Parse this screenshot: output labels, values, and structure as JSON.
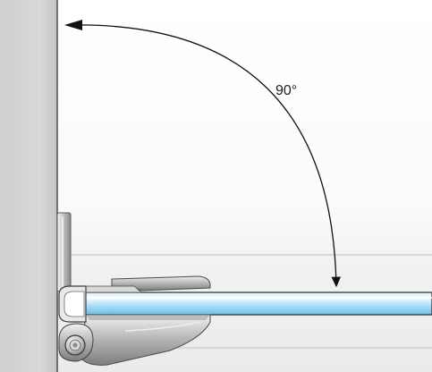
{
  "diagram": {
    "angle_label": "90°",
    "angle_degrees": 90,
    "colors": {
      "wall": "#d4d4d4",
      "background_upper": "#ffffff",
      "background_lower": "#ececec",
      "glass_light": "#eef9ff",
      "glass_mid": "#a7dbf6",
      "glass_dark": "#6ec0ea",
      "hinge_metal": "#9a9a9a",
      "arrow": "#111111"
    },
    "icons": [
      "wall",
      "hinge-icon",
      "pivot-screw-icon",
      "glass-door-panel",
      "angle-arc-arrow"
    ]
  }
}
